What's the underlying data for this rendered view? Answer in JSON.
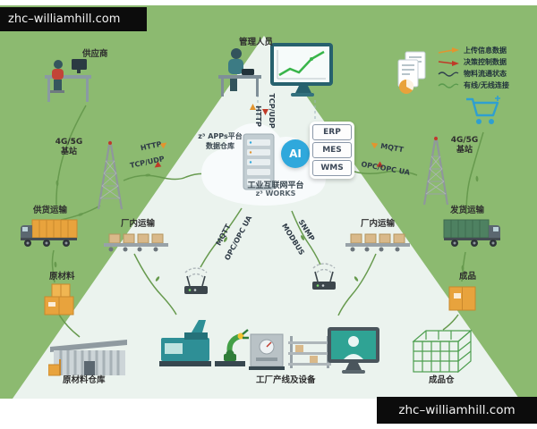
{
  "watermarks": {
    "top_left": "zhc–williamhill.com",
    "bottom_right": "zhc–williamhill.com"
  },
  "legend": {
    "items": [
      {
        "label": "上传信息数据",
        "color": "#e2952f"
      },
      {
        "label": "决策控制数据",
        "color": "#bf3a28"
      },
      {
        "label": "物料流通状态",
        "color": "#31424e"
      },
      {
        "label": "有线/无线连接",
        "color": "#5a9a4d"
      }
    ]
  },
  "actors": {
    "supplier": "供应商",
    "manager": "管理人员"
  },
  "stations": {
    "line1": "4G/5G",
    "line2": "基站"
  },
  "platform": {
    "apps_line1": "z³ APPs平台",
    "apps_line2": "数据仓库",
    "ai": "AI",
    "name": "工业互联网平台",
    "works": "z³ WORKS",
    "modules": [
      "ERP",
      "MES",
      "WMS"
    ]
  },
  "protocols": {
    "tcp_udp": "TCP/UDP",
    "http": "HTTP",
    "mqtt": "MQTT",
    "opc_ua": "OPC/OPC UA",
    "snmp": "SNMP",
    "modbus": "MODBUS"
  },
  "logistics": {
    "supply_transport": "供货运输",
    "dispatch_transport": "发货运输",
    "plant_transport": "厂内运输",
    "raw_material": "原材料",
    "finished_product": "成品"
  },
  "facilities": {
    "raw_warehouse": "原材料仓库",
    "factory_line": "工厂产线及设备",
    "finished_warehouse": "成品仓"
  }
}
